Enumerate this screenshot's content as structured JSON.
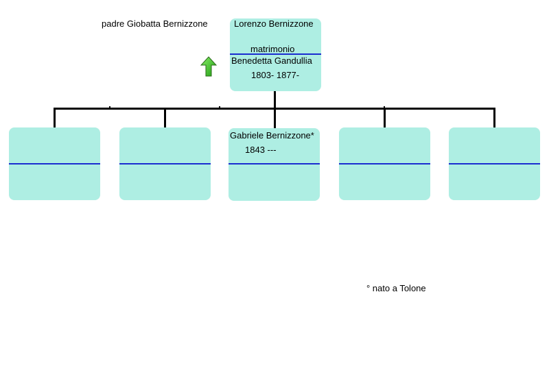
{
  "father_label": "padre Giobatta Bernizzone",
  "parents": {
    "husband": "Lorenzo Bernizzone",
    "marriage": "matrimonio",
    "wife": "Benedetta Gandullia",
    "years": "1803- 1877-"
  },
  "children": [
    {
      "name": "",
      "years": ""
    },
    {
      "name": "",
      "years": ""
    },
    {
      "name": "Gabriele Bernizzone*",
      "years": "1843 ---"
    },
    {
      "name": "",
      "years": ""
    },
    {
      "name": "",
      "years": ""
    }
  ],
  "footnote": "° nato a Tolone",
  "icons": {
    "up_arrow": "up-arrow-icon"
  },
  "colors": {
    "box_fill": "#aeeee3",
    "divider": "#1a2bd0",
    "connector": "#000000",
    "arrow_green": "#2fbf1a"
  }
}
